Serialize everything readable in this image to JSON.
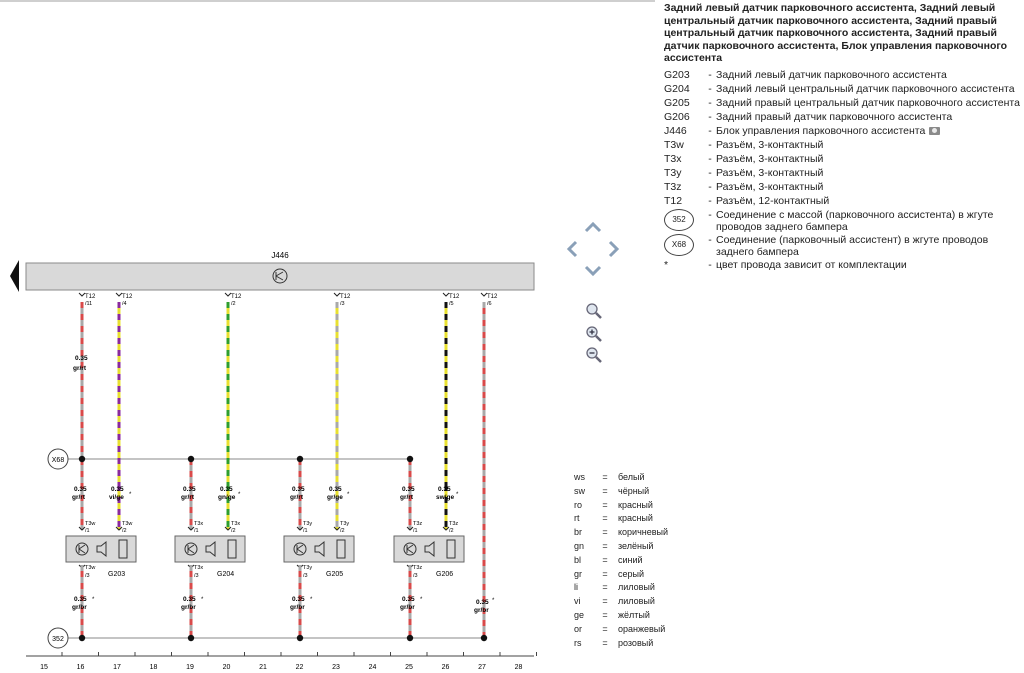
{
  "legend": {
    "title": "Задний левый датчик парковочного ассистента, Задний левый центральный датчик парковочного ассистента, Задний правый центральный датчик парковочного ассистента, Задний правый датчик парковочного ассистента, Блок управления парковочного ассистента",
    "items": [
      {
        "code": "G203",
        "text": "Задний левый датчик парковочного ассистента"
      },
      {
        "code": "G204",
        "text": "Задний левый центральный датчик парковочного ассистента"
      },
      {
        "code": "G205",
        "text": "Задний правый центральный датчик парковочного ассистента"
      },
      {
        "code": "G206",
        "text": "Задний правый датчик парковочного ассистента"
      },
      {
        "code": "J446",
        "text": "Блок управления парковочного ассистента"
      },
      {
        "code": "T3w",
        "text": "Разъём, 3-контактный"
      },
      {
        "code": "T3x",
        "text": "Разъём, 3-контактный"
      },
      {
        "code": "T3y",
        "text": "Разъём, 3-контактный"
      },
      {
        "code": "T3z",
        "text": "Разъём, 3-контактный"
      },
      {
        "code": "T12",
        "text": "Разъём, 12-контактный"
      }
    ],
    "circle_items": [
      {
        "code": "352",
        "text": "Соединение с массой (парковочного ассистента) в жгуте проводов заднего бампера"
      },
      {
        "code": "X68",
        "text": "Соединение (парковочный ассистент) в жгуте проводов заднего бампера"
      }
    ],
    "note": {
      "mark": "*",
      "text": "цвет провода зависит от комплектации"
    },
    "dash": "-"
  },
  "colors": {
    "eq": "=",
    "items": [
      {
        "k": "ws",
        "v": "белый"
      },
      {
        "k": "sw",
        "v": "чёрный"
      },
      {
        "k": "ro",
        "v": "красный"
      },
      {
        "k": "rt",
        "v": "красный"
      },
      {
        "k": "br",
        "v": "коричневый"
      },
      {
        "k": "gn",
        "v": "зелёный"
      },
      {
        "k": "bl",
        "v": "синий"
      },
      {
        "k": "gr",
        "v": "серый"
      },
      {
        "k": "li",
        "v": "лиловый"
      },
      {
        "k": "vi",
        "v": "лиловый"
      },
      {
        "k": "ge",
        "v": "жёлтый"
      },
      {
        "k": "or",
        "v": "оранжевый"
      },
      {
        "k": "rs",
        "v": "розовый"
      }
    ]
  },
  "diagram": {
    "unit_label": "J446",
    "t12_label": "T12",
    "x68_label": "X68",
    "ground_label": "352",
    "wire_size": "0.35",
    "star": "*",
    "wires": [
      {
        "pin": "/11",
        "code": "gr/rt",
        "c1": "#d94a4a",
        "c2": "#a9a9a9"
      },
      {
        "pin": "/4",
        "code": "vi/ge",
        "c1": "#8a2a9e",
        "c2": "#e8e030"
      },
      {
        "pin": "/2",
        "code": "gn/ge",
        "c1": "#2e9e2e",
        "c2": "#e8e030"
      },
      {
        "pin": "/3",
        "code": "gr/ge",
        "c1": "#a9a9a9",
        "c2": "#e8e030"
      },
      {
        "pin": "/5",
        "code": "sw/ge",
        "c1": "#111111",
        "c2": "#e8e030"
      },
      {
        "pin": "/6",
        "code": "gr/br",
        "c1": "#a9a9a9",
        "c2": "#d94a4a"
      }
    ],
    "x68_labels": [
      "gr/rt",
      "gr/rt",
      "gr/rt",
      "gr/rt"
    ],
    "sensors": [
      {
        "name": "G203",
        "conn": "T3w",
        "signal": "vi/ge"
      },
      {
        "name": "G204",
        "conn": "T3x",
        "signal": "gn/ge"
      },
      {
        "name": "G205",
        "conn": "T3y",
        "signal": "gr/ge"
      },
      {
        "name": "G206",
        "conn": "T3z",
        "signal": "sw/ge"
      }
    ],
    "pins": {
      "p1": "/1",
      "p2": "/2",
      "p3": "/3"
    },
    "ground_wire": "gr/br",
    "ruler": [
      "15",
      "16",
      "17",
      "18",
      "19",
      "20",
      "21",
      "22",
      "23",
      "24",
      "25",
      "26",
      "27",
      "28"
    ]
  },
  "nav": {
    "left": "‹",
    "icons": [
      "pan-up",
      "pan-left",
      "pan-right",
      "pan-down",
      "zoom-fit",
      "zoom-in",
      "zoom-out"
    ]
  }
}
